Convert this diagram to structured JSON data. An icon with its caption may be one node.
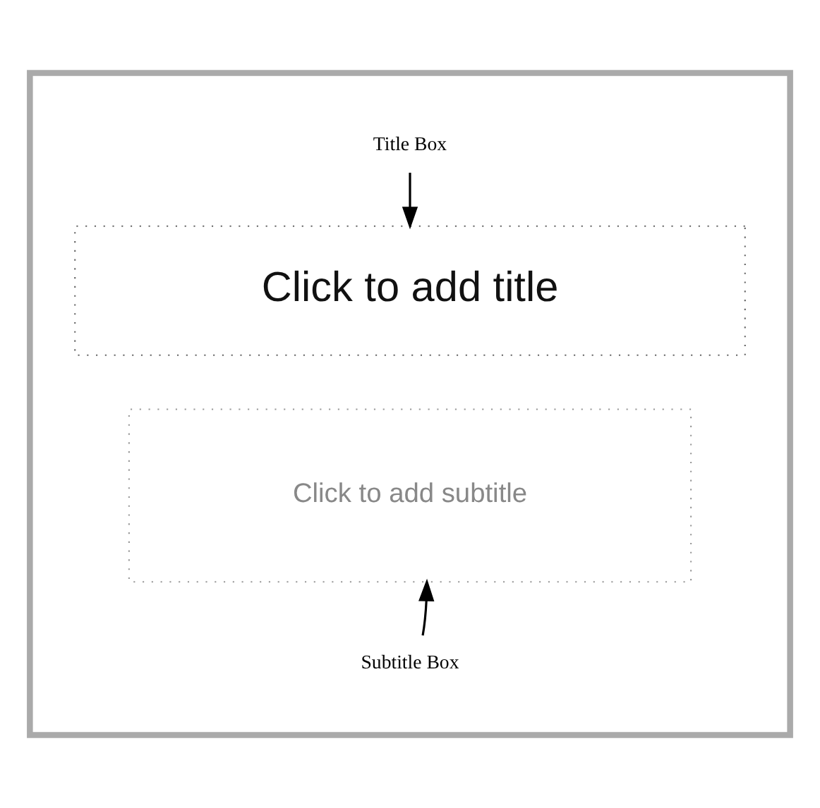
{
  "diagram": {
    "nodes": [
      {
        "text": [],
        "shape": "box"
      },
      {
        "text": [
          "Title Box"
        ],
        "in": 0
      },
      {
        "text": [
          "Click to add title"
        ],
        "in": 0
      },
      {
        "text": [
          "Click to add subtitle"
        ],
        "in": 0
      },
      {
        "text": [
          "Subtitle Box"
        ],
        "in": 0
      }
    ],
    "edges": [
      {
        "from": 1,
        "to": 2,
        "arrow": "to"
      },
      {
        "from": 4,
        "to": 3,
        "arrow": "to"
      }
    ]
  }
}
